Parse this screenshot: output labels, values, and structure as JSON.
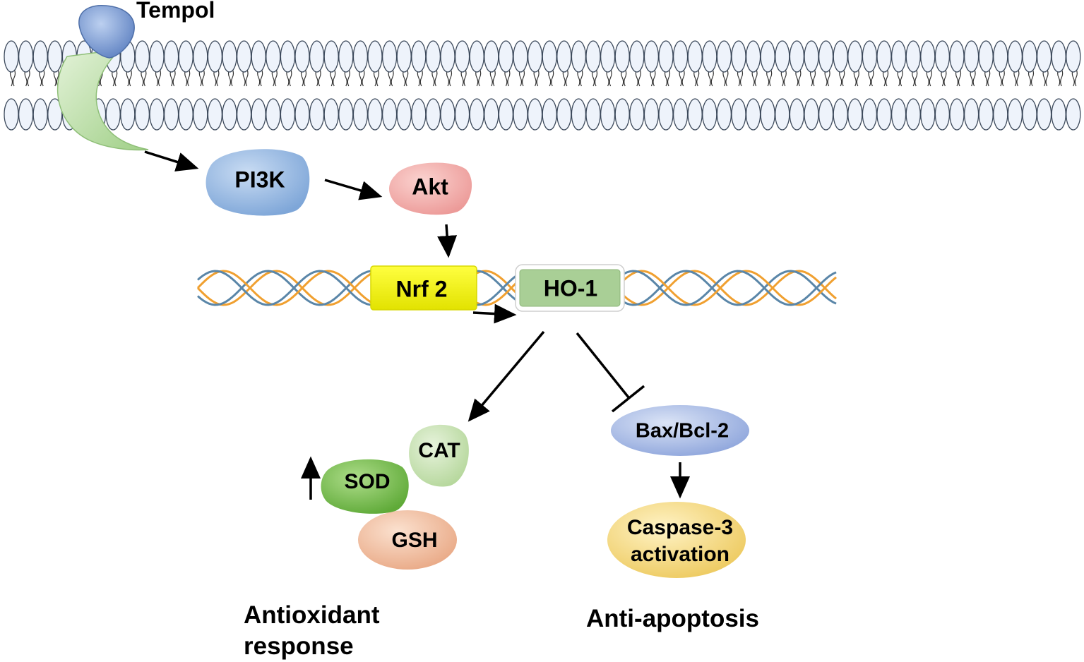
{
  "nodes": {
    "tempol": "Tempol",
    "pi3k": "PI3K",
    "akt": "Akt",
    "nrf2": "Nrf 2",
    "ho1": "HO-1",
    "cat": "CAT",
    "sod": "SOD",
    "gsh": "GSH",
    "bax": "Bax/Bcl-2",
    "caspase_line1": "Caspase-3",
    "caspase_line2": "activation"
  },
  "outcomes": {
    "antioxidant_line1": "Antioxidant",
    "antioxidant_line2": "response",
    "antiapoptosis": "Anti-apoptosis"
  },
  "colors": {
    "membrane_head_fill": "#eef3fb",
    "membrane_head_stroke": "#3d4a5c",
    "receptor_green": "#cfe8c0",
    "tempol_blue": "#7f9fd6",
    "pi3k_blue": "#93b8e3",
    "akt_pink": "#f2a8a8",
    "nrf2_yellow": "#f2f200",
    "ho1_green": "#a9cf96",
    "dna_orange": "#f0a030",
    "dna_blue": "#5a86a8",
    "cat_green": "#c8e2b4",
    "sod_green": "#7cc454",
    "gsh_peach": "#f3c4a4",
    "bax_blue": "#aabce4",
    "caspase_yellow": "#f4dc88"
  }
}
